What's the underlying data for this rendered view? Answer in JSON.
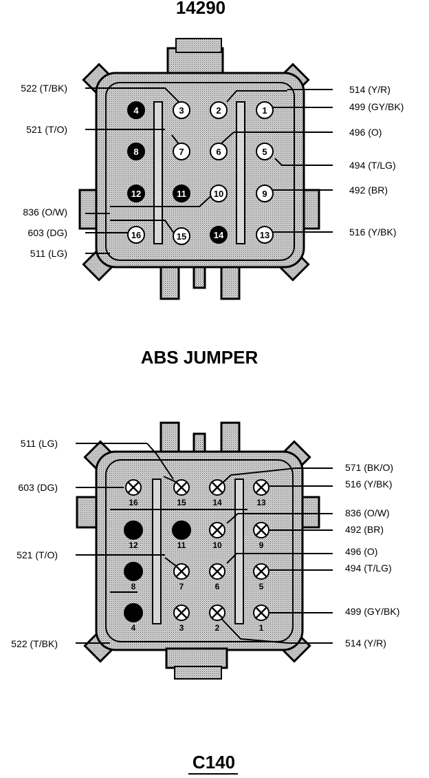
{
  "titles": {
    "top_connector": "14290",
    "jumper": "ABS JUMPER",
    "bottom_connector": "C140"
  },
  "top_connector": {
    "pins": [
      {
        "num": "4",
        "filled": true
      },
      {
        "num": "3",
        "filled": false
      },
      {
        "num": "2",
        "filled": false
      },
      {
        "num": "1",
        "filled": false
      },
      {
        "num": "8",
        "filled": true
      },
      {
        "num": "7",
        "filled": false
      },
      {
        "num": "6",
        "filled": false
      },
      {
        "num": "5",
        "filled": false
      },
      {
        "num": "12",
        "filled": true
      },
      {
        "num": "11",
        "filled": true
      },
      {
        "num": "10",
        "filled": false
      },
      {
        "num": "9",
        "filled": false
      },
      {
        "num": "16",
        "filled": false
      },
      {
        "num": "15",
        "filled": false
      },
      {
        "num": "14",
        "filled": true
      },
      {
        "num": "13",
        "filled": false
      }
    ],
    "left_labels": [
      "522 (T/BK)",
      "521 (T/O)",
      "836 (O/W)",
      "603 (DG)",
      "511 (LG)"
    ],
    "right_labels": [
      "514 (Y/R)",
      "499 (GY/BK)",
      "496 (O)",
      "494 (T/LG)",
      "492 (BR)",
      "516 (Y/BK)"
    ]
  },
  "bottom_connector": {
    "pins": [
      {
        "num": "16",
        "filled": false
      },
      {
        "num": "15",
        "filled": false
      },
      {
        "num": "14",
        "filled": false
      },
      {
        "num": "13",
        "filled": false
      },
      {
        "num": "12",
        "filled": true
      },
      {
        "num": "11",
        "filled": true
      },
      {
        "num": "10",
        "filled": false
      },
      {
        "num": "9",
        "filled": false
      },
      {
        "num": "8",
        "filled": true
      },
      {
        "num": "7",
        "filled": false
      },
      {
        "num": "6",
        "filled": false
      },
      {
        "num": "5",
        "filled": false
      },
      {
        "num": "4",
        "filled": true
      },
      {
        "num": "3",
        "filled": false
      },
      {
        "num": "2",
        "filled": false
      },
      {
        "num": "1",
        "filled": false
      }
    ],
    "left_labels": [
      "511 (LG)",
      "603 (DG)",
      "521 (T/O)",
      "522 (T/BK)"
    ],
    "right_labels": [
      "571 (BK/O)",
      "516 (Y/BK)",
      "836 (O/W)",
      "492 (BR)",
      "496 (O)",
      "494 (T/LG)",
      "499 (GY/BK)",
      "514 (Y/R)"
    ]
  }
}
